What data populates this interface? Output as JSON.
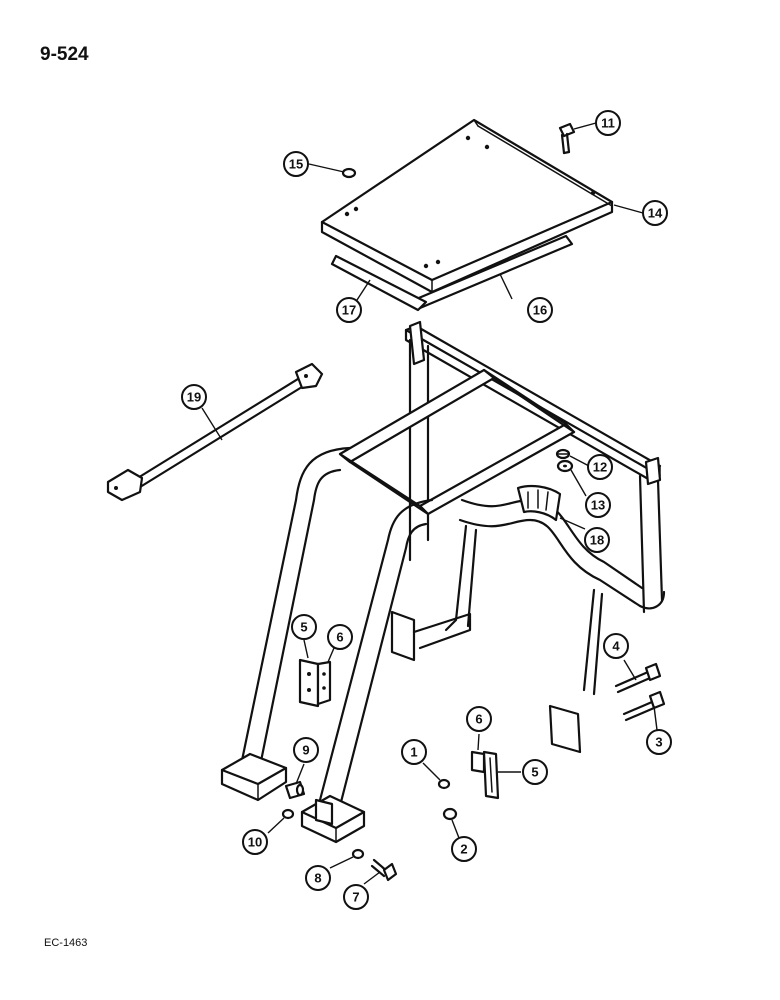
{
  "page_code": "9-524",
  "figure_code": "EC-1463",
  "callouts": [
    {
      "label": "1"
    },
    {
      "label": "2"
    },
    {
      "label": "3"
    },
    {
      "label": "4"
    },
    {
      "label": "5"
    },
    {
      "label": "5"
    },
    {
      "label": "6"
    },
    {
      "label": "6"
    },
    {
      "label": "7"
    },
    {
      "label": "8"
    },
    {
      "label": "9"
    },
    {
      "label": "10"
    },
    {
      "label": "11"
    },
    {
      "label": "12"
    },
    {
      "label": "13"
    },
    {
      "label": "14"
    },
    {
      "label": "15"
    },
    {
      "label": "16"
    },
    {
      "label": "17"
    },
    {
      "label": "18"
    },
    {
      "label": "19"
    }
  ]
}
